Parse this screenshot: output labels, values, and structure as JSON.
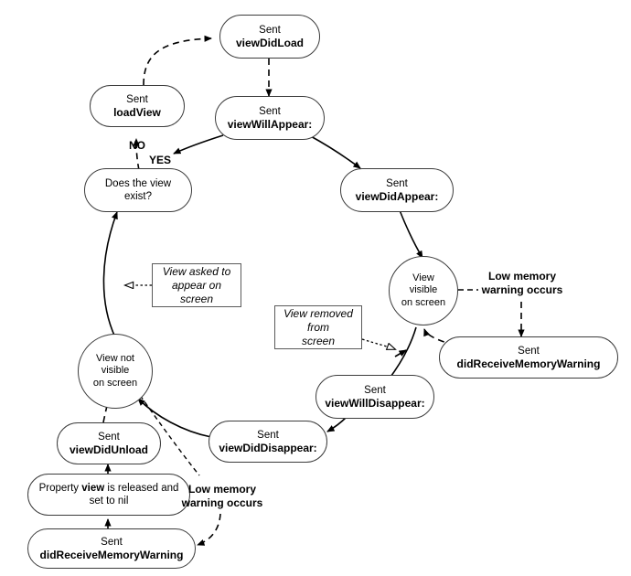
{
  "diagram": {
    "title": "iOS View Controller lifecycle flowchart",
    "colors": {
      "background": "#ffffff",
      "node_border": "#3c3c3c",
      "note_border": "#5a5a5a",
      "edge": "#000000",
      "text": "#000000"
    }
  },
  "nodes": {
    "view_did_load": {
      "prefix": "Sent",
      "name": "viewDidLoad"
    },
    "load_view": {
      "prefix": "Sent",
      "name": "loadView"
    },
    "view_will_appear": {
      "prefix": "Sent",
      "name": "viewWillAppear:"
    },
    "does_view_exist": {
      "line1": "Does the view",
      "line2": "exist?"
    },
    "view_did_appear": {
      "prefix": "Sent",
      "name": "viewDidAppear:"
    },
    "view_visible": {
      "line1": "View",
      "line2": "visible",
      "line3": "on screen"
    },
    "did_receive_memory_warning_right": {
      "prefix": "Sent",
      "name": "didReceiveMemoryWarning"
    },
    "view_will_disappear": {
      "prefix": "Sent",
      "name": "viewWillDisappear:"
    },
    "view_did_disappear": {
      "prefix": "Sent",
      "name": "viewDidDisappear:"
    },
    "view_not_visible": {
      "line1": "View not",
      "line2": "visible",
      "line3": "on screen"
    },
    "view_did_unload": {
      "prefix": "Sent",
      "name": "viewDidUnload"
    },
    "property_released": {
      "pre": "Property ",
      "bold": "view",
      "post": " is released and",
      "line2": "set to nil"
    },
    "did_receive_memory_warning_bottom": {
      "prefix": "Sent",
      "name": "didReceiveMemoryWarning"
    }
  },
  "notes": {
    "view_asked_to_appear": {
      "line1": "View asked to",
      "line2": "appear on",
      "line3": "screen"
    },
    "view_removed": {
      "line1": "View removed",
      "line2": "from",
      "line3": "screen"
    }
  },
  "edge_labels": {
    "no": "NO",
    "yes": "YES",
    "low_memory_right": {
      "line1": "Low memory",
      "line2": "warning occurs"
    },
    "low_memory_bottom": {
      "line1": "Low memory",
      "line2": "warning occurs"
    }
  },
  "edges": [
    {
      "from": "load_view",
      "to": "view_did_load",
      "style": "dashed",
      "arrow": "filled"
    },
    {
      "from": "view_did_load",
      "to": "view_will_appear",
      "style": "dashed",
      "arrow": "filled"
    },
    {
      "from": "view_will_appear",
      "to": "does_view_exist",
      "style": "solid",
      "arrow": "filled",
      "label": "YES"
    },
    {
      "from": "does_view_exist",
      "to": "load_view",
      "style": "dashed",
      "arrow": "filled",
      "label": "NO"
    },
    {
      "from": "view_will_appear",
      "to": "view_did_appear",
      "style": "solid",
      "arrow": "filled"
    },
    {
      "from": "view_did_appear",
      "to": "view_visible",
      "style": "solid",
      "arrow": "filled"
    },
    {
      "from": "view_visible",
      "to": "low_memory_right",
      "style": "dashed",
      "arrow": "none"
    },
    {
      "from": "low_memory_right",
      "to": "did_receive_memory_warning_right",
      "style": "dashed",
      "arrow": "filled"
    },
    {
      "from": "did_receive_memory_warning_right",
      "to": "view_visible",
      "style": "dashed",
      "arrow": "filled"
    },
    {
      "from": "view_will_disappear",
      "to": "view_visible",
      "style": "solid",
      "arrow": "filled"
    },
    {
      "from": "view_removed",
      "to": "view_visible",
      "style": "dotted",
      "arrow": "hollow"
    },
    {
      "from": "view_will_disappear",
      "to": "view_did_disappear",
      "style": "solid",
      "arrow": "filled"
    },
    {
      "from": "view_did_disappear",
      "to": "view_not_visible",
      "style": "solid",
      "arrow": "filled"
    },
    {
      "from": "view_not_visible",
      "to": "does_view_exist",
      "style": "solid",
      "arrow": "filled"
    },
    {
      "from": "view_asked_to_appear",
      "to": "does_view_exist",
      "style": "dotted",
      "arrow": "hollow"
    },
    {
      "from": "view_did_unload",
      "to": "view_not_visible",
      "style": "dashed",
      "arrow": "filled"
    },
    {
      "from": "property_released",
      "to": "view_did_unload",
      "style": "solid",
      "arrow": "filled"
    },
    {
      "from": "did_receive_memory_warning_bottom",
      "to": "property_released",
      "style": "solid",
      "arrow": "filled"
    },
    {
      "from": "view_not_visible",
      "to": "low_memory_bottom",
      "style": "dashed",
      "arrow": "none"
    },
    {
      "from": "low_memory_bottom",
      "to": "did_receive_memory_warning_bottom",
      "style": "dashed",
      "arrow": "filled"
    }
  ]
}
